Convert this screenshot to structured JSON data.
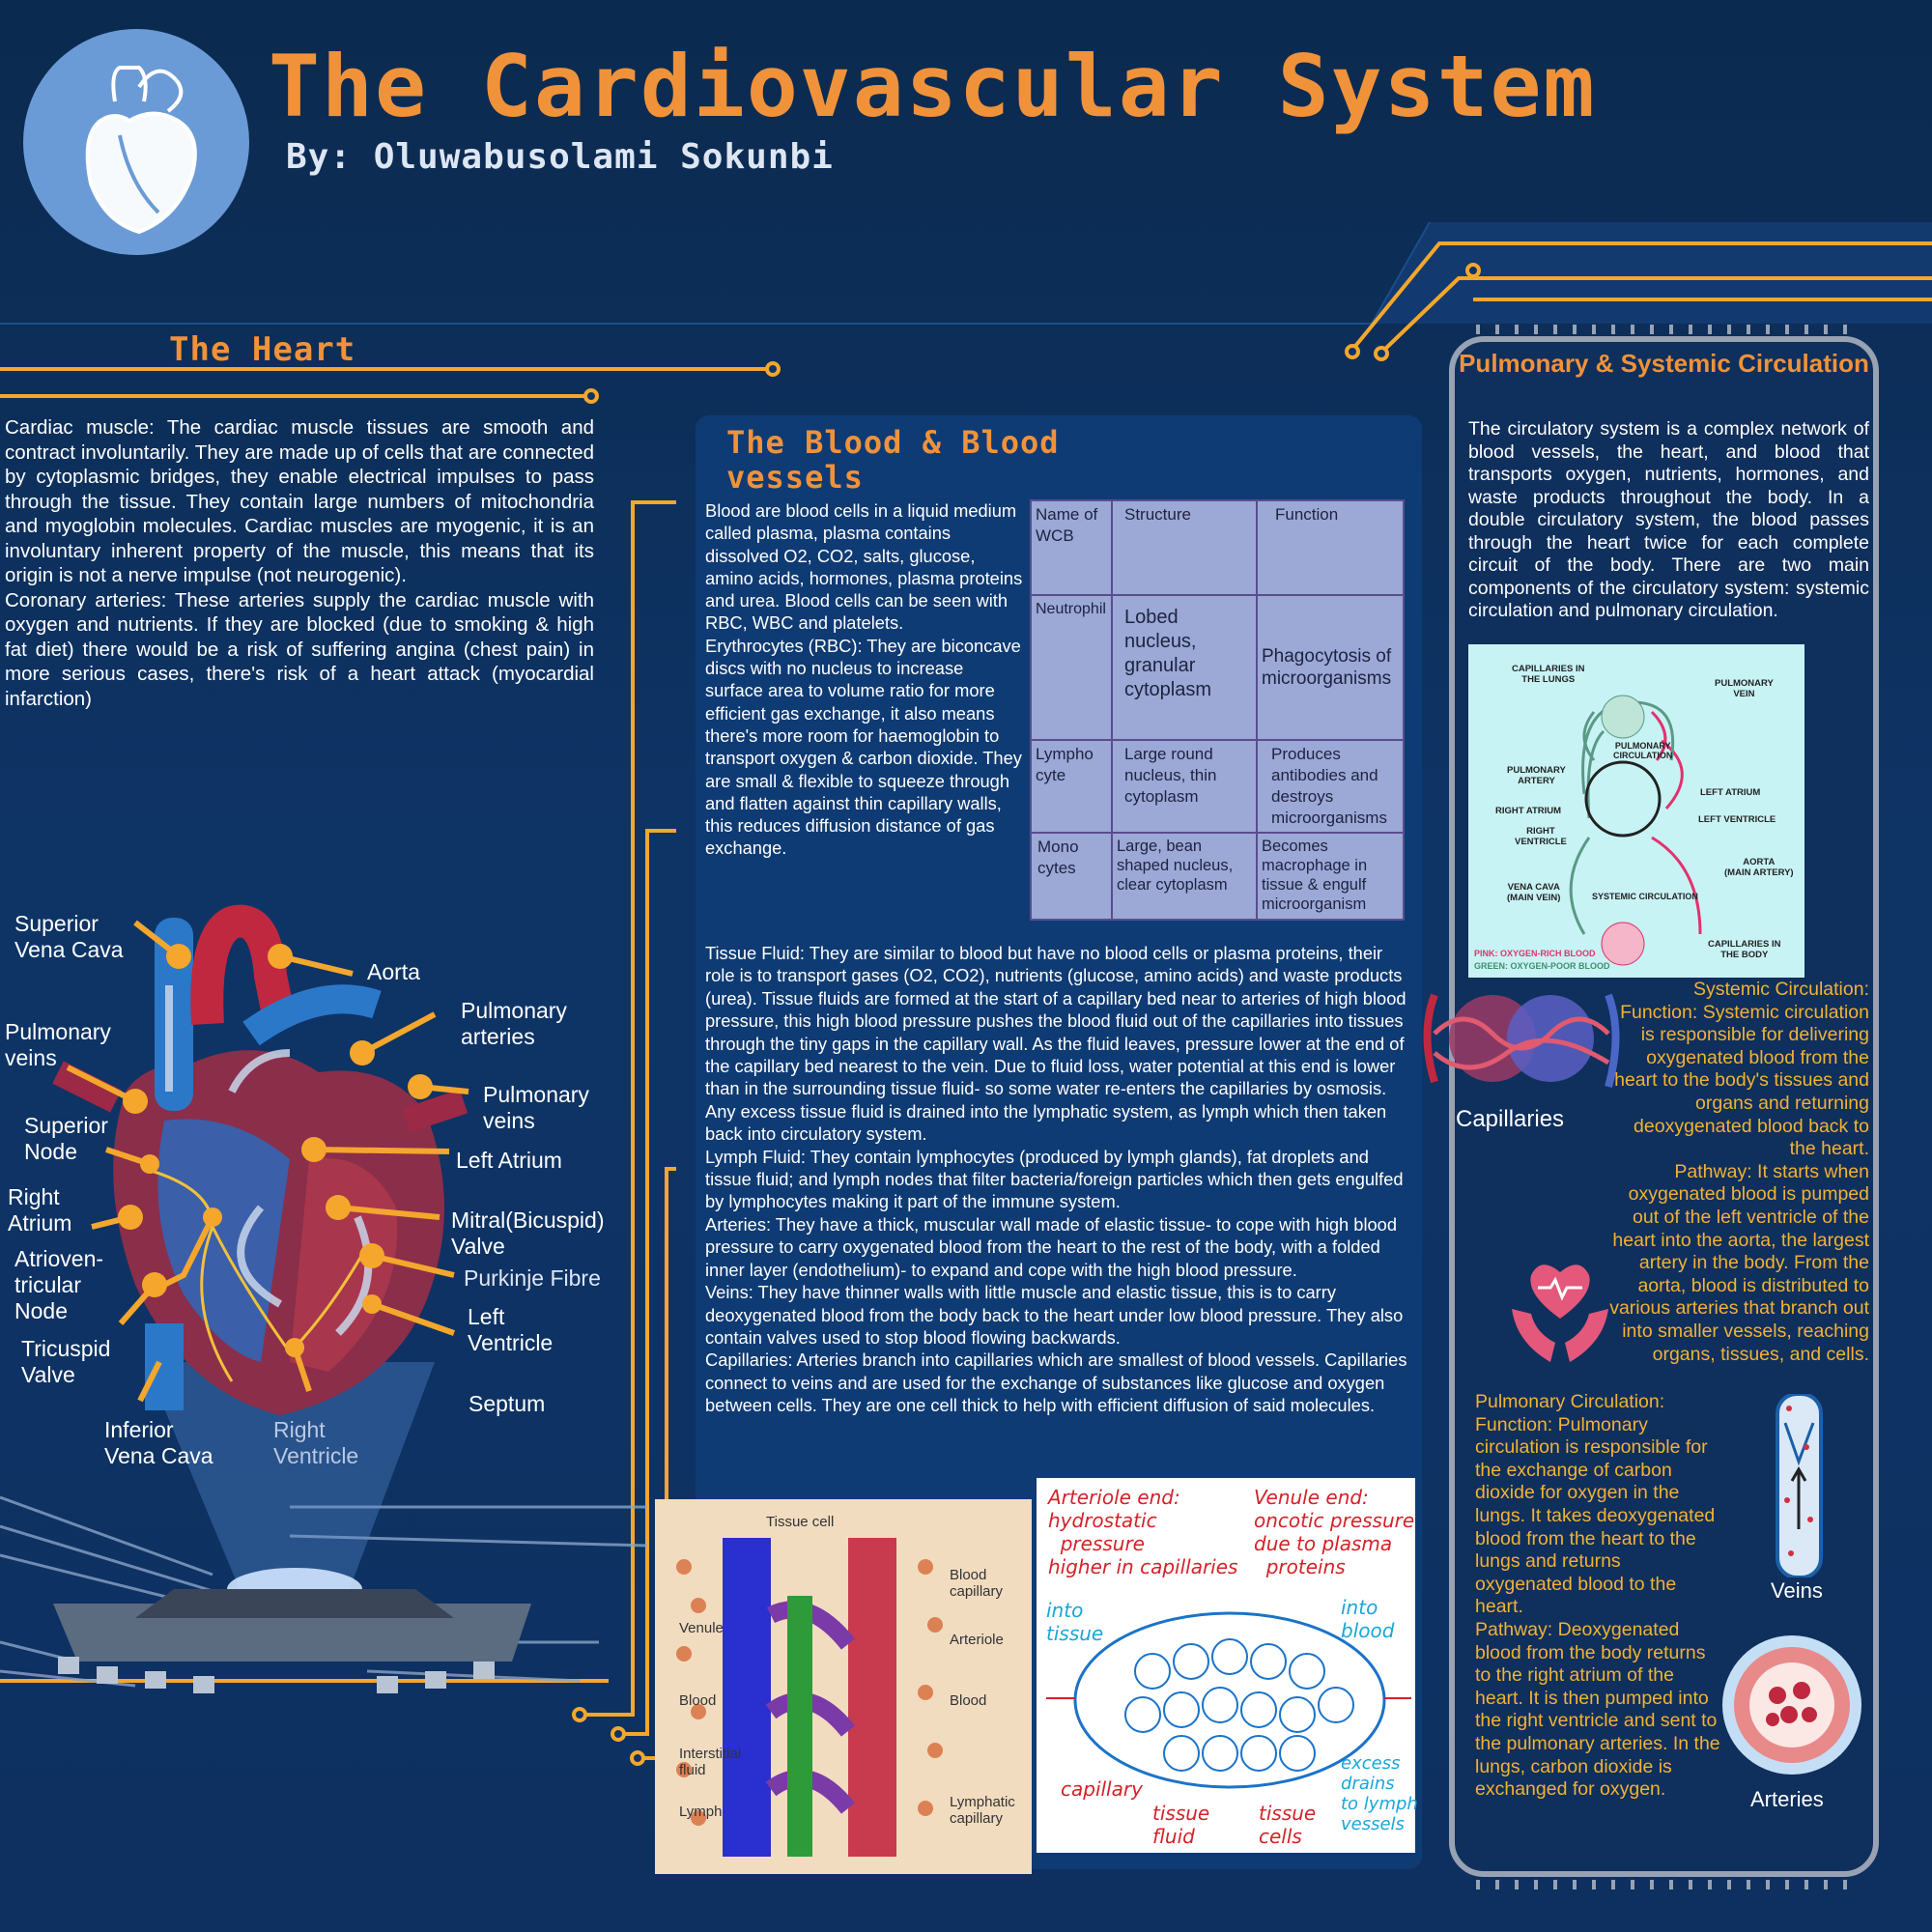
{
  "header": {
    "title": "The Cardiovascular System",
    "byline": "By: Oluwabusolami Sokunbi"
  },
  "heart": {
    "heading": "The Heart",
    "body": "Cardiac muscle: The cardiac muscle tissues are smooth and contract involuntarily. They are made up of cells that are connected by cytoplasmic bridges, they enable electrical impulses to pass through the tissue. They contain large numbers of mitochondria and myoglobin molecules. Cardiac muscles are myogenic, it is an involuntary inherent property of the muscle, this means that its origin is not a nerve impulse (not neurogenic).\nCoronary arteries: These arteries supply the cardiac muscle with oxygen and nutrients. If they are blocked (due to smoking & high fat diet) there would be a risk of suffering angina (chest pain) in more serious cases, there's risk of a heart attack (myocardial infarction)",
    "labels": {
      "superior_vena_cava": "Superior\nVena Cava",
      "aorta": "Aorta",
      "pulmonary_veins_left": "Pulmonary\nveins",
      "pulmonary_arteries": "Pulmonary\narteries",
      "pulmonary_veins_right": "Pulmonary\nveins",
      "superior_node": "Superior\nNode",
      "left_atrium": "Left Atrium",
      "right_atrium": "Right\nAtrium",
      "mitral_valve": "Mitral(Bicuspid)\nValve",
      "av_node": "Atrioven-\ntricular\nNode",
      "purkinje": "Purkinje Fibre",
      "left_ventricle": "Left\nVentricle",
      "tricuspid": "Tricuspid\nValve",
      "septum": "Septum",
      "inferior_vena_cava": "Inferior\nVena Cava",
      "right_ventricle": "Right\nVentricle"
    }
  },
  "blood": {
    "heading": "The Blood & Blood vessels",
    "intro": "Blood are blood cells in a liquid medium called plasma, plasma contains dissolved O2, CO2, salts, glucose, amino acids, hormones, plasma proteins and urea. Blood cells can be seen with RBC, WBC and platelets.\nErythrocytes (RBC): They are biconcave discs with no nucleus to increase surface area to volume ratio for more efficient gas exchange, it also means there's more room for haemoglobin to transport oxygen & carbon dioxide. They are small & flexible to squeeze through and flatten against thin capillary walls, this reduces diffusion distance of gas exchange.",
    "body": "Tissue Fluid: They are similar to blood but have no blood cells or plasma proteins, their role is to transport gases (O2, CO2), nutrients (glucose, amino acids) and waste products (urea). Tissue fluids are formed at the start of a capillary bed near to arteries of high blood pressure, this high blood pressure pushes the blood fluid out of the capillaries into tissues through the tiny gaps in the capillary wall. As the fluid leaves, pressure lower at the end of the capillary bed nearest to the vein. Due to fluid loss, water potential at this end is lower than in the surrounding tissue fluid- so some water re-enters the capillaries by osmosis. Any excess tissue fluid is drained into the lymphatic system, as lymph which then taken back into circulatory system.\nLymph Fluid: They contain lymphocytes (produced by lymph glands), fat droplets and tissue fluid; and lymph nodes that filter bacteria/foreign particles which then gets engulfed by lymphocytes making it part of the immune system.\nArteries: They have a thick, muscular wall made of elastic tissue- to cope with high blood pressure to carry oxygenated blood from the heart to the rest of the body, with a folded inner layer (endothelium)- to expand and cope with the high blood pressure.\nVeins: They have thinner walls with little muscle and elastic tissue, this is to carry deoxygenated blood from the body back to the heart under low blood pressure. They also contain valves used to stop blood flowing backwards.\nCapillaries: Arteries branch into capillaries which are smallest of blood vessels. Capillaries connect to veins and are used for the exchange of substances like glucose and oxygen between cells. They are one cell thick to help with efficient diffusion of said molecules.",
    "table": {
      "headers": [
        "Name of WCB",
        "Structure",
        "Function"
      ],
      "rows": [
        [
          "Neutrophil",
          "Lobed nucleus, granular cytoplasm",
          "Phagocytosis of microorganisms"
        ],
        [
          "Lympho cyte",
          "Large round nucleus, thin cytoplasm",
          "Produces antibodies and destroys microorganisms"
        ],
        [
          "Mono cytes",
          "Large, bean shaped nucleus, clear cytoplasm",
          "Becomes macrophage in tissue & engulf microorganism"
        ]
      ]
    },
    "diagram1": {
      "tissue_cell": "Tissue cell",
      "blood_capillary": "Blood\ncapillary",
      "venule": "Venule",
      "arteriole": "Arteriole",
      "blood_left": "Blood",
      "blood_right": "Blood",
      "interstitial": "Interstitial\nfluid",
      "lymph": "Lymph",
      "lymphatic": "Lymphatic\ncapillary"
    },
    "diagram2": {
      "arteriole_end": "Arteriole end:\nhydrostatic\n  pressure\nhigher in capillaries",
      "venule_end": "Venule end:\noncotic pressure\ndue to plasma\n  proteins",
      "into_tissue": "into\ntissue",
      "into_blood": "into\nblood",
      "capillary": "capillary",
      "tissue_fluid": "tissue\nfluid",
      "tissue_cells": "tissue\ncells",
      "excess": "excess\ndrains\nto lymph\nvessels"
    }
  },
  "circulation": {
    "heading": "Pulmonary & Systemic Circulation",
    "intro": "The circulatory system is a complex network of blood vessels, the heart, and blood that transports oxygen, nutrients, hormones, and waste products throughout the body. In a double circulatory system, the blood passes through the heart twice for each complete circuit of the body. There are two main components of the circulatory system: systemic circulation and pulmonary circulation.",
    "diagram": {
      "cap_lungs": "CAPILLARIES IN\nTHE LUNGS",
      "pulm_vein": "PULMONARY\nVEIN",
      "pulm_circ": "PULMONARY\nCIRCULATION",
      "pulm_artery": "PULMONARY\nARTERY",
      "left_atrium": "LEFT ATRIUM",
      "right_atrium": "RIGHT ATRIUM",
      "left_ventricle": "LEFT VENTRICLE",
      "right_ventricle": "RIGHT\nVENTRICLE",
      "aorta": "AORTA\n(MAIN ARTERY)",
      "vena_cava": "VENA CAVA\n(MAIN VEIN)",
      "sys_circ": "SYSTEMIC CIRCULATION",
      "cap_body": "CAPILLARIES IN\nTHE BODY",
      "pink": "PINK: OXYGEN-RICH BLOOD",
      "green": "GREEN: OXYGEN-POOR BLOOD"
    },
    "systemic": "Systemic Circulation:\nFunction: Systemic circulation is responsible for delivering oxygenated blood from the heart to the body's tissues and organs and returning deoxygenated blood back to the heart.\nPathway: It starts when oxygenated blood is pumped out of the left ventricle of the heart into the aorta, the largest artery in the body. From the aorta, blood is distributed to various arteries that branch out into smaller vessels, reaching organs, tissues, and cells.",
    "pulmonary": "Pulmonary Circulation:\nFunction: Pulmonary circulation is responsible for the exchange of carbon dioxide for oxygen in the lungs. It takes deoxygenated blood from the heart to the lungs and returns oxygenated blood to the heart.\nPathway: Deoxygenated blood from the body returns to the right atrium of the heart. It is then pumped into the right ventricle and sent to the pulmonary arteries. In the lungs, carbon dioxide is exchanged for oxygen.",
    "capillaries_label": "Capillaries",
    "veins_label": "Veins",
    "arteries_label": "Arteries"
  },
  "colors": {
    "accent": "#f0923a",
    "background": "#0e3466",
    "panel": "#0f3b74",
    "circuit": "#f4a72c",
    "pulmonary_text": "#f2b234"
  },
  "icons": [
    "heart-outline-icon",
    "heart-hands-icon",
    "capillaries-icon",
    "vein-icon",
    "artery-icon",
    "chip-icon"
  ]
}
